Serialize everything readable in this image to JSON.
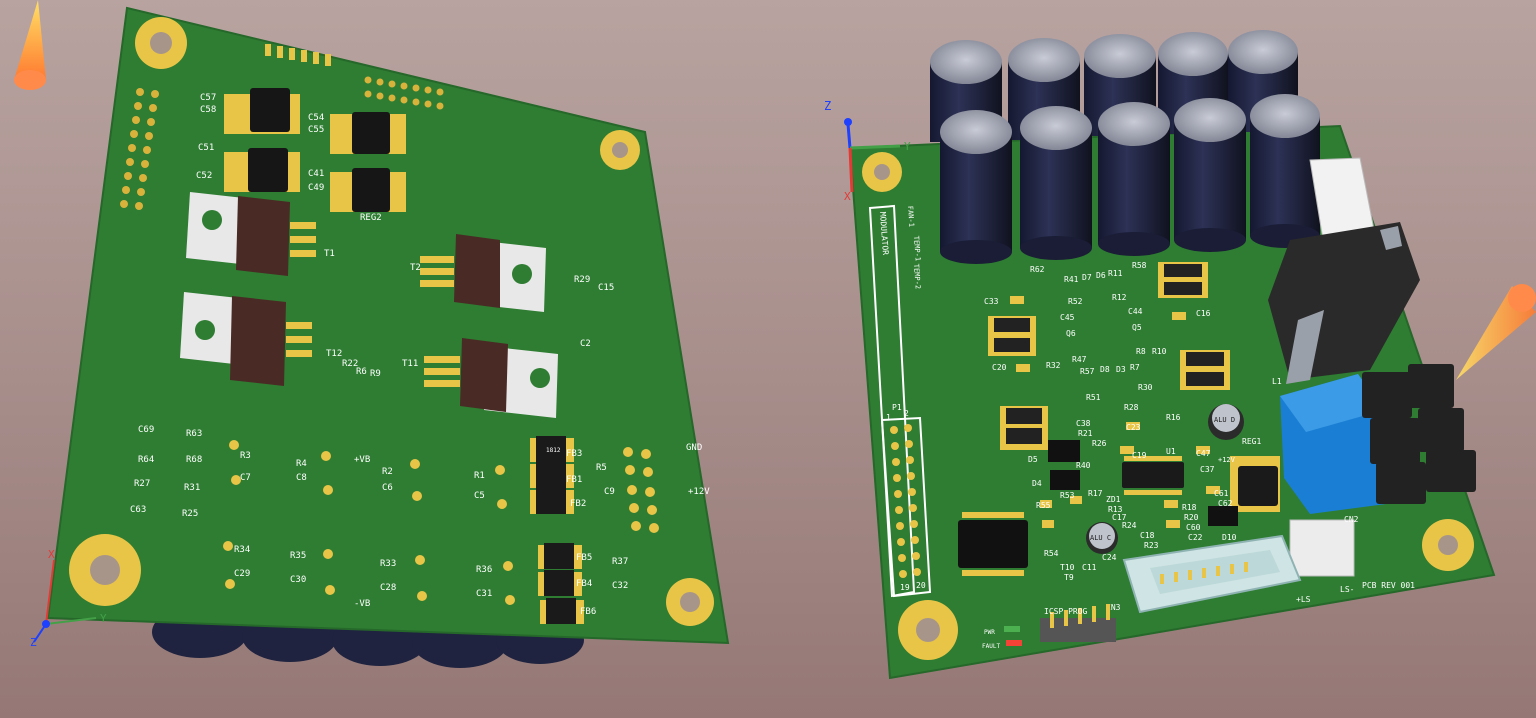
{
  "viewport": {
    "left_board": {
      "labels": {
        "t1": "T1",
        "t2": "T2",
        "t11": "T11",
        "t12": "T12",
        "reg2": "REG2",
        "c57": "C57",
        "c58": "C58",
        "c54": "C54",
        "c55": "C55",
        "c51": "C51",
        "c52": "C52",
        "c41": "C41",
        "c49": "C49",
        "r63": "R63",
        "r68": "R68",
        "r64": "R64",
        "r31": "R31",
        "r27": "R27",
        "r25": "R25",
        "c63": "C63",
        "c69": "C69",
        "r3": "R3",
        "c7": "C7",
        "r4": "R4",
        "c8": "C8",
        "r2": "R2",
        "c6": "C6",
        "r1": "R1",
        "c5": "C5",
        "r5": "R5",
        "c9": "C9",
        "fb3": "FB3",
        "fb1": "FB1",
        "fb2": "FB2",
        "fb5": "FB5",
        "fb4": "FB4",
        "fb6": "FB6",
        "r34": "R34",
        "c29": "C29",
        "r35": "R35",
        "c30": "C30",
        "r33": "R33",
        "c28": "C28",
        "r36": "R36",
        "c31": "C31",
        "r37": "R37",
        "c32": "C32",
        "r22": "R22",
        "r6": "R6",
        "r9": "R9",
        "r29": "R29",
        "c15": "C15",
        "c2": "C2",
        "vb_pos": "+VB",
        "vb_neg": "-VB",
        "gnd": "GND",
        "p12v": "+12V",
        "ferrite": "1812"
      }
    },
    "right_board": {
      "labels": {
        "modulator": "MODULATOR",
        "temp1": "TEMP-1",
        "temp2": "TEMP-2",
        "fan1": "FAN-1",
        "p1": "P1",
        "pin1": "1",
        "pin2": "2",
        "pin19": "19",
        "pin20": "20",
        "icsp_prog": "ICSP PROG",
        "cn3": "CN3",
        "cn2": "CN2",
        "pwr": "PWR",
        "fault": "FAULT",
        "plus_ls": "+LS",
        "minus_ls": "LS-",
        "pcb_rev": "PCB REV 001",
        "reg1": "REG1",
        "l1": "L1",
        "u1": "U1",
        "d5": "D5",
        "d4": "D4",
        "d10": "D10",
        "zd1": "ZD1",
        "t10": "T10",
        "t9": "T9",
        "q6": "Q6",
        "q5": "Q5",
        "c33": "C33",
        "c20": "C20",
        "c45": "C45",
        "c44": "C44",
        "c16": "C16",
        "c38": "C38",
        "c23": "C23",
        "c19": "C19",
        "c47": "C47",
        "c37": "C37",
        "c61": "C61",
        "c62": "C62",
        "c17": "C17",
        "c18": "C18",
        "c60": "C60",
        "c22": "C22",
        "c11": "C11",
        "c24": "C24",
        "r62": "R62",
        "r41": "R41",
        "d7": "D7",
        "d6": "D6",
        "r11": "R11",
        "r58": "R58",
        "r52": "R52",
        "r12": "R12",
        "r32": "R32",
        "r47": "R47",
        "r8": "R8",
        "r10": "R10",
        "r57": "R57",
        "d8": "D8",
        "d3": "D3",
        "r7": "R7",
        "r30": "R30",
        "r51": "R51",
        "r28": "R28",
        "r21": "R21",
        "r16": "R16",
        "r26": "R26",
        "r40": "R40",
        "r55": "R55",
        "r53": "R53",
        "r13": "R13",
        "r18": "R18",
        "r20": "R20",
        "r54": "R54",
        "r24": "R24",
        "r23": "R23",
        "r17": "R17",
        "alu_c": "ALU C",
        "alu_d": "ALU D",
        "p12v": "+12V"
      }
    },
    "axes_left": {
      "z": "Z",
      "y": "Y",
      "x": "X"
    },
    "axes_right": {
      "z": "Z",
      "y": "Y",
      "x": "X"
    }
  },
  "colors": {
    "pcb_green": "#2e7d32",
    "pad_gold": "#e8c547",
    "silkscreen": "#ffffff",
    "heatsink": "#e8e8e8",
    "capacitor": "#1f2340",
    "connector_blue": "#1a7fd4"
  }
}
